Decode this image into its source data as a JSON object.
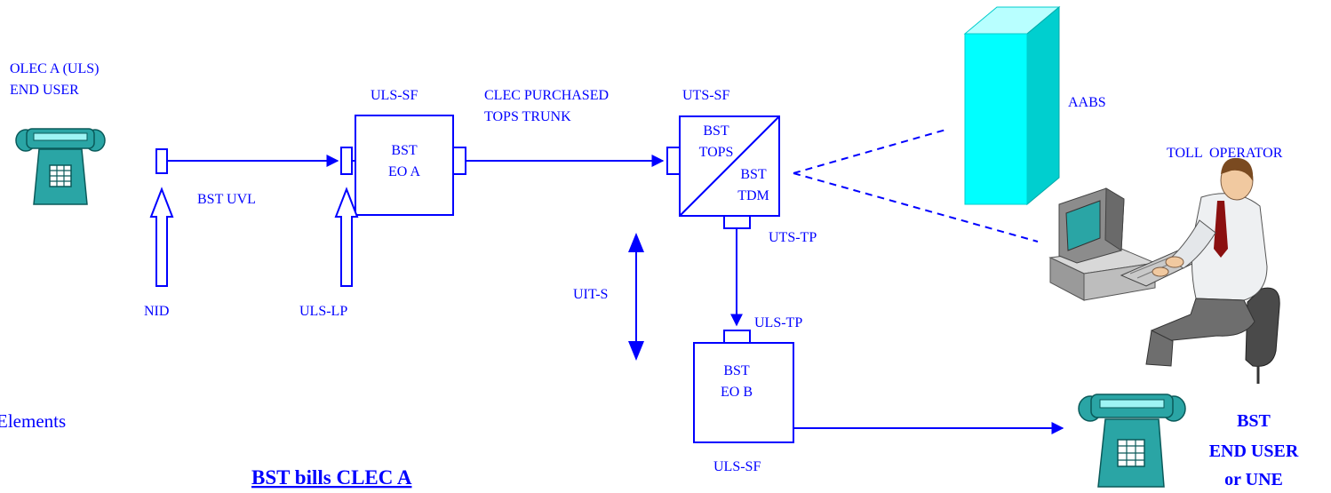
{
  "labels": {
    "olec_a_line1": "OLEC A (ULS)",
    "olec_a_line2": "END USER",
    "uls_sf_top": "ULS-SF",
    "clec_line1": "CLEC PURCHASED",
    "clec_line2": "TOPS TRUNK",
    "uts_sf": "UTS-SF",
    "aabs": "AABS",
    "toll_operator": "TOLL  OPERATOR",
    "bst_uvl": "BST UVL",
    "nid": "NID",
    "uls_lp": "ULS-LP",
    "uit_s": "UIT-S",
    "uts_tp": "UTS-TP",
    "uls_tp": "ULS-TP",
    "uls_sf_bottom": "ULS-SF",
    "elements": "Elements",
    "bst_bills": "BST bills CLEC A"
  },
  "boxes": {
    "eo_a_line1": "BST",
    "eo_a_line2": "EO A",
    "tops_line1": "BST",
    "tops_line2": "TOPS",
    "tdm_line1": "BST",
    "tdm_line2": "TDM",
    "eo_b_line1": "BST",
    "eo_b_line2": "EO B"
  },
  "bst_end_user": {
    "line1": "BST",
    "line2": "END USER",
    "line3": "or UNE"
  },
  "colors": {
    "line": "#0000ff",
    "server": "#00ffff",
    "phone": "#2aa5a5",
    "text": "#0000ff"
  },
  "icons": {
    "olec_phone": "telephone-icon",
    "bst_phone": "telephone-icon",
    "aabs_server": "server-tower-icon",
    "operator": "operator-at-computer-icon"
  }
}
